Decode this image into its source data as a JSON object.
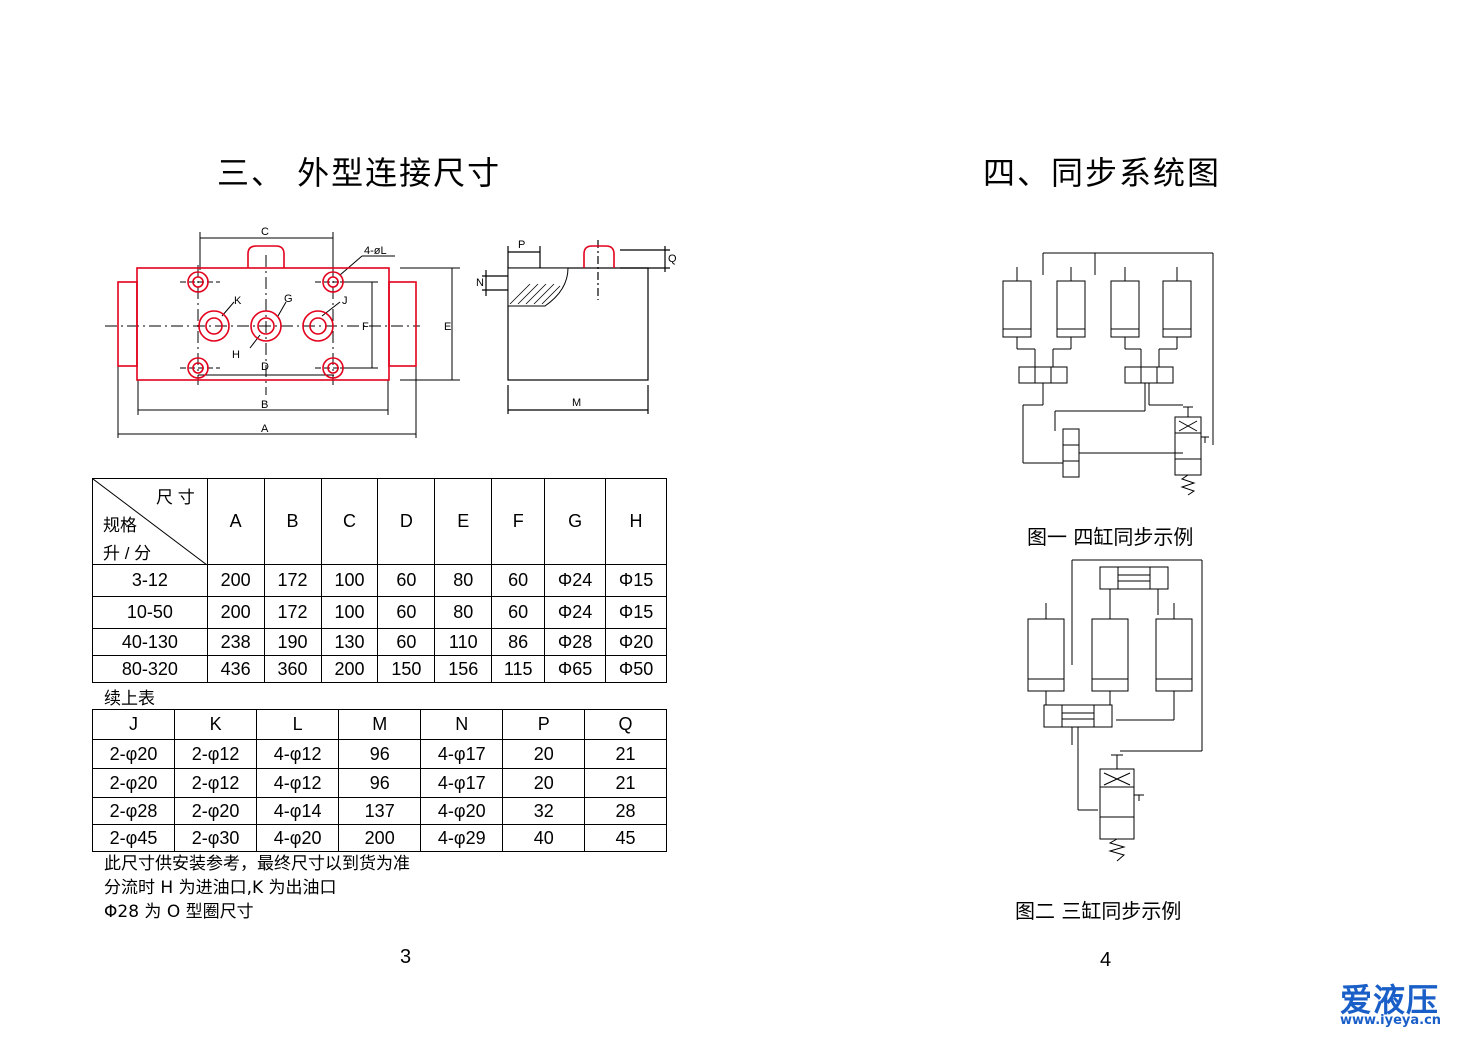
{
  "left": {
    "title": "三、  外型连接尺寸",
    "drawing_labels": {
      "c": "C",
      "b": "B",
      "a": "A",
      "d": "D",
      "e": "E",
      "f": "F",
      "g": "G",
      "h": "H",
      "j": "J",
      "k": "K",
      "l": "4-øL",
      "p": "P",
      "q": "Q",
      "n": "N",
      "m": "M"
    },
    "table1": {
      "header_top": "尺 寸",
      "header_mid": "规格",
      "header_bot": "升 / 分",
      "columns": [
        "A",
        "B",
        "C",
        "D",
        "E",
        "F",
        "G",
        "H"
      ],
      "rows": [
        [
          "3-12",
          "200",
          "172",
          "100",
          "60",
          "80",
          "60",
          "Φ24",
          "Φ15"
        ],
        [
          "10-50",
          "200",
          "172",
          "100",
          "60",
          "80",
          "60",
          "Φ24",
          "Φ15"
        ],
        [
          "40-130",
          "238",
          "190",
          "130",
          "60",
          "110",
          "86",
          "Φ28",
          "Φ20"
        ],
        [
          "80-320",
          "436",
          "360",
          "200",
          "150",
          "156",
          "115",
          "Φ65",
          "Φ50"
        ]
      ]
    },
    "continued_label": "续上表",
    "table2": {
      "columns": [
        "J",
        "K",
        "L",
        "M",
        "N",
        "P",
        "Q"
      ],
      "rows": [
        [
          "2-φ20",
          "2-φ12",
          "4-φ12",
          "96",
          "4-φ17",
          "20",
          "21"
        ],
        [
          "2-φ20",
          "2-φ12",
          "4-φ12",
          "96",
          "4-φ17",
          "20",
          "21"
        ],
        [
          "2-φ28",
          "2-φ20",
          "4-φ14",
          "137",
          "4-φ20",
          "32",
          "28"
        ],
        [
          "2-φ45",
          "2-φ30",
          "4-φ20",
          "200",
          "4-φ29",
          "40",
          "45"
        ]
      ]
    },
    "notes": [
      "此尺寸供安装参考，最终尺寸以到货为准",
      "分流时 H 为进油口,K 为出油口",
      "Φ28 为 O 型圈尺寸"
    ],
    "page_number": "3"
  },
  "right": {
    "title": "四、同步系统图",
    "figure1_caption": "图一        四缸同步示例",
    "figure2_caption": "图二        三缸同步示例",
    "page_number": "4"
  },
  "logo": {
    "brand": "爱液压",
    "url": "www.iyeya.cn"
  },
  "colors": {
    "outline_red": "#e3001b",
    "logo_blue": "#1a5fc8"
  }
}
